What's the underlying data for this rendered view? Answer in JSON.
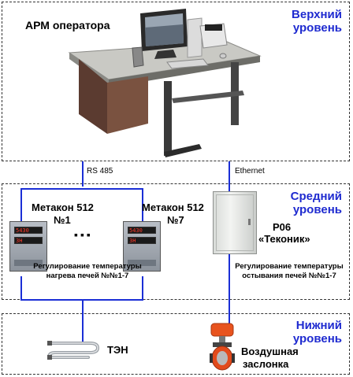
{
  "levels": {
    "upper": "Верхний уровень",
    "middle": "Средний уровень",
    "lower": "Нижний уровень"
  },
  "top": {
    "arm_label": "АРМ оператора"
  },
  "links": {
    "rs485": "RS 485",
    "ethernet": "Ethernet"
  },
  "middle": {
    "controller1_title": "Метакон 512",
    "controller1_num": "№1",
    "controller7_title": "Метакон 512",
    "controller7_num": "№7",
    "ellipsis": "▪▪▪",
    "display_top": "5430",
    "display_bottom": "3H",
    "cabinet_code": "Р06",
    "cabinet_name": "«Теконик»",
    "heating_caption_line1": "Регулирование температуры",
    "heating_caption_line2": "нагрева печей №№1-7",
    "cooling_caption_line1": "Регулирование температуры",
    "cooling_caption_line2": "остывания печей №№1-7"
  },
  "bottom": {
    "heater_label": "ТЭН",
    "valve_label_line1": "Воздушная",
    "valve_label_line2": "заслонка"
  },
  "colors": {
    "level_text": "#1f2bd0",
    "wire": "#1b2fd6"
  }
}
